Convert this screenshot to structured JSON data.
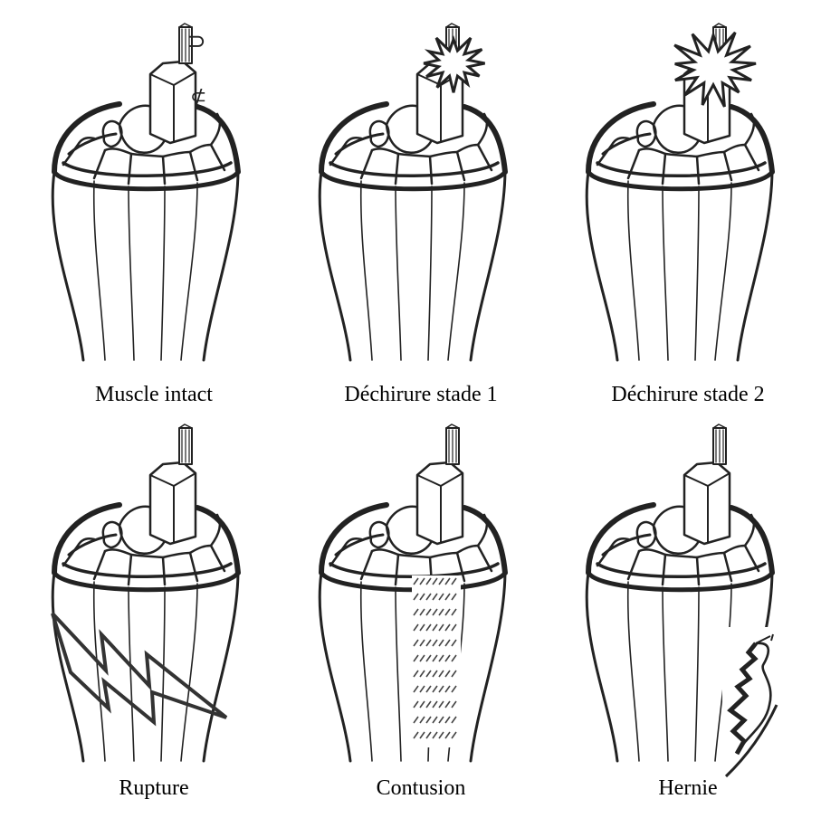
{
  "figure": {
    "panels": [
      {
        "id": "intact",
        "caption": "Muscle intact",
        "lesion": "none"
      },
      {
        "id": "stage1",
        "caption": "Déchirure stade 1",
        "lesion": "small-burst"
      },
      {
        "id": "stage2",
        "caption": "Déchirure stade 2",
        "lesion": "large-burst"
      },
      {
        "id": "rupture",
        "caption": "Rupture",
        "lesion": "lightning-bolt"
      },
      {
        "id": "contusion",
        "caption": "Contusion",
        "lesion": "hatched-band"
      },
      {
        "id": "hernie",
        "caption": "Hernie",
        "lesion": "bulge"
      }
    ],
    "intact_symbols": {
      "top": "⊃",
      "side": "⊄"
    },
    "ink_color": "#222222"
  }
}
